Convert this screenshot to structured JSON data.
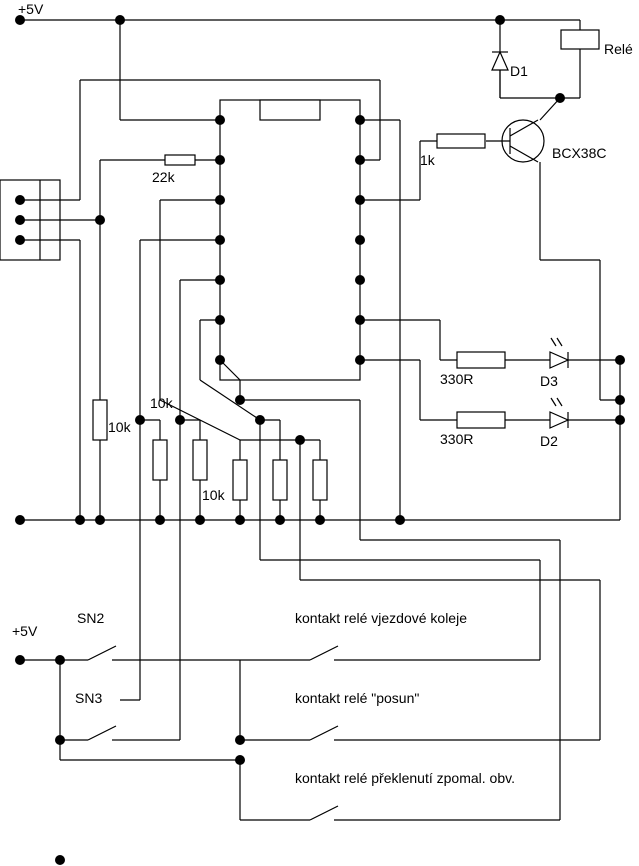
{
  "labels": {
    "vcc_top": "+5V",
    "vcc_left": "+5V",
    "relay": "Relé",
    "d1": "D1",
    "transistor": "BCX38C",
    "r_base": "1k",
    "r_22k": "22k",
    "r_10k_a": "10k",
    "r_10k_b": "10k",
    "r_10k_c": "10k",
    "r_330_a": "330R",
    "r_330_b": "330R",
    "d3": "D3",
    "d2": "D2",
    "sn2": "SN2",
    "sn3": "SN3",
    "contact1": "kontakt relé vjezdové koleje",
    "contact2": "kontakt relé \"posun\"",
    "contact3": "kontakt relé překlenutí zpomal. obv."
  }
}
